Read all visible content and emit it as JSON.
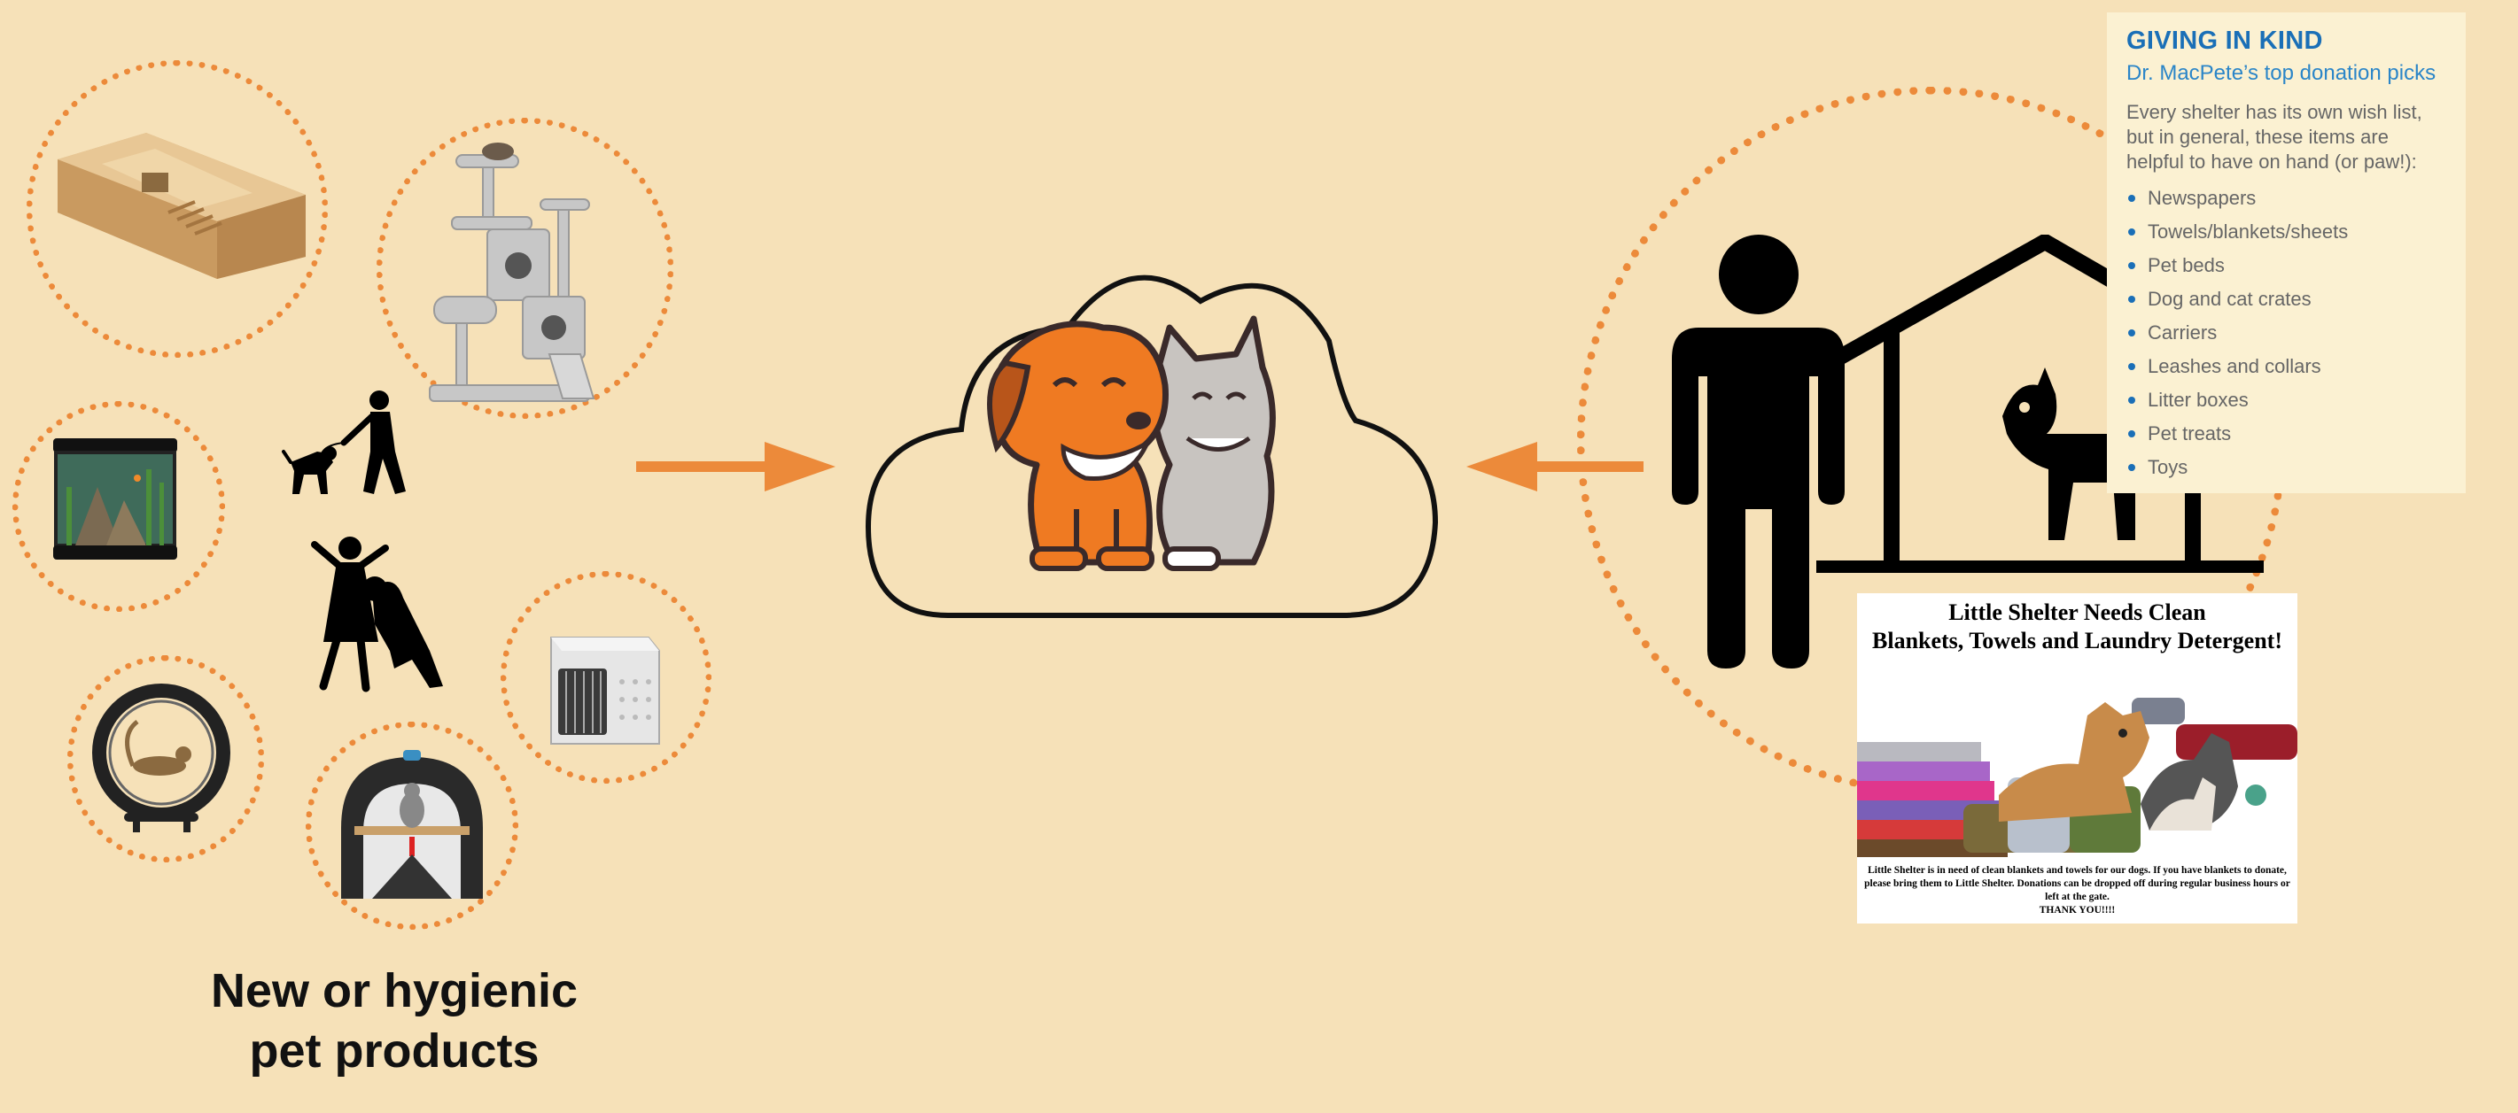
{
  "caption": {
    "line1": "New or hygienic",
    "line2": "pet products"
  },
  "giving_in_kind": {
    "title": "GIVING IN KIND",
    "subtitle": "Dr. MacPete’s top donation picks",
    "intro": "Every shelter has its own wish list, but in general, these items are helpful to have on hand (or paw!):",
    "items": [
      "Newspapers",
      "Towels/blankets/sheets",
      "Pet beds",
      "Dog and cat crates",
      "Carriers",
      "Leashes and collars",
      "Litter boxes",
      "Pet treats",
      "Toys"
    ]
  },
  "poster": {
    "headline_1": "Little Shelter Needs Clean",
    "headline_2": "Blankets, Towels and Laundry Detergent!",
    "body": "Little Shelter is in need of clean blankets and towels for our dogs. If you have blankets to donate, please bring them to Little Shelter. Donations can be dropped off during regular business hours or left at the gate.",
    "thanks": "THANK YOU!!!!"
  },
  "icons": {
    "center": "dog-and-cat-in-cloud-icon",
    "person": "person-icon",
    "shelter": "dog-house-icon",
    "dog_walker": "dog-walker-icon",
    "dog_play": "dog-playing-with-child-icon"
  },
  "colors": {
    "background": "#f6e1b8",
    "accent": "#ec8a3a",
    "title_blue": "#1a6fb7",
    "panel": "#fbf1d2"
  }
}
